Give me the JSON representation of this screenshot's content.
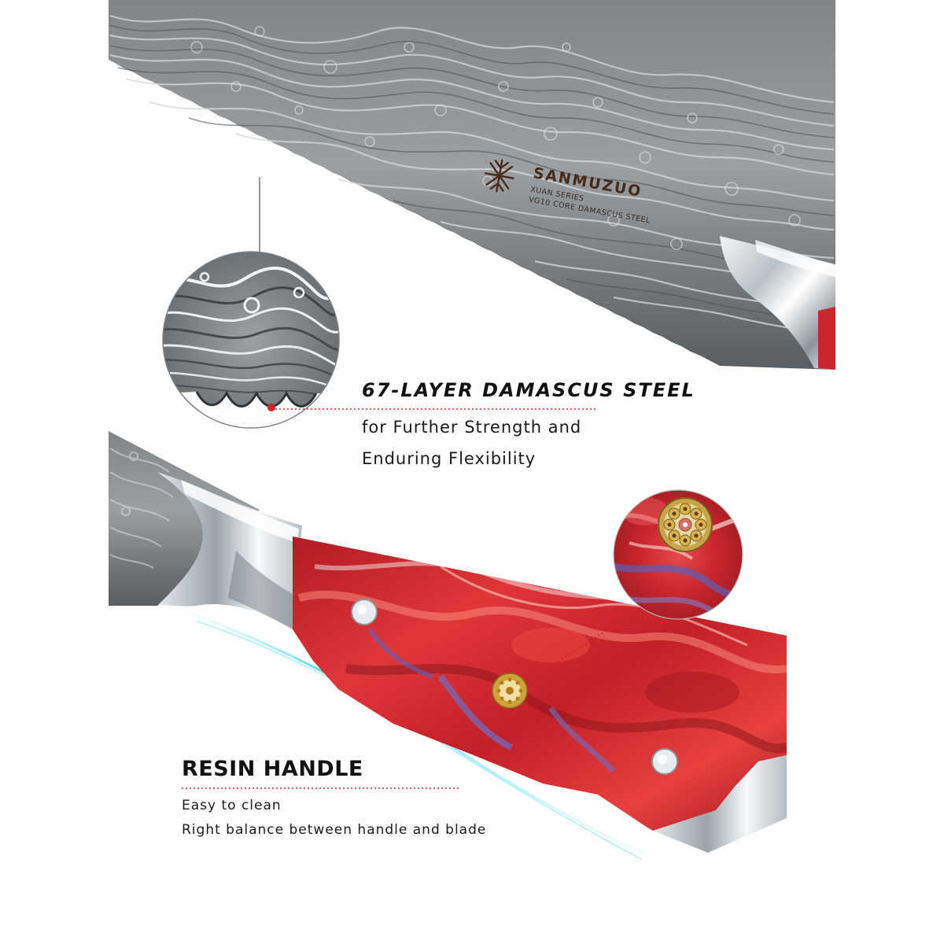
{
  "brand": {
    "name": "SANMUZUO",
    "series": "XUAN SERIES",
    "core": "VG10 CORE DAMASCUS STEEL"
  },
  "features": [
    {
      "title": "67-LAYER DAMASCUS STEEL",
      "lines": [
        "for Further Strength and",
        "Enduring Flexibility"
      ]
    },
    {
      "title": "RESIN HANDLE",
      "lines": [
        "Easy to clean",
        "Right balance between handle and blade"
      ]
    }
  ],
  "colors": {
    "blade": "#8a9196",
    "resin_red": "#d4282e",
    "steel_bolster": "#d9dfe4",
    "callout_red": "#c62828",
    "logo_brown": "#4a2a18",
    "glow": "#37d7f0"
  },
  "icons": [
    "brand-logo-icon",
    "mosaic-pin-icon",
    "rivet-icon"
  ]
}
